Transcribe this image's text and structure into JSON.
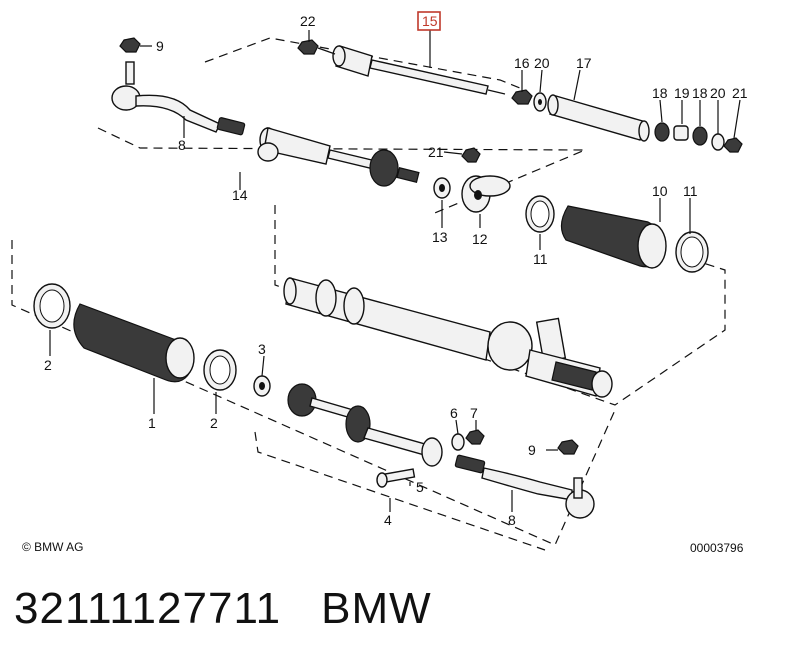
{
  "copyright": "© BMW AG",
  "drawing_number": "00003796",
  "part_number": "32111127711",
  "brand": "BMW",
  "highlight_color": "#c0392b",
  "callouts": {
    "c22": "22",
    "c15": "15",
    "c9a": "9",
    "c16": "16",
    "c20a": "20",
    "c17": "17",
    "c18a": "18",
    "c19": "19",
    "c18b": "18",
    "c20b": "20",
    "c21a": "21",
    "c8a": "8",
    "c21b": "21",
    "c14": "14",
    "c10": "10",
    "c11a": "11",
    "c13": "13",
    "c12": "12",
    "c11b": "11",
    "c2a": "2",
    "c3": "3",
    "c1": "1",
    "c2b": "2",
    "c6": "6",
    "c7": "7",
    "c9b": "9",
    "c5": "5",
    "c4": "4",
    "c8b": "8"
  }
}
